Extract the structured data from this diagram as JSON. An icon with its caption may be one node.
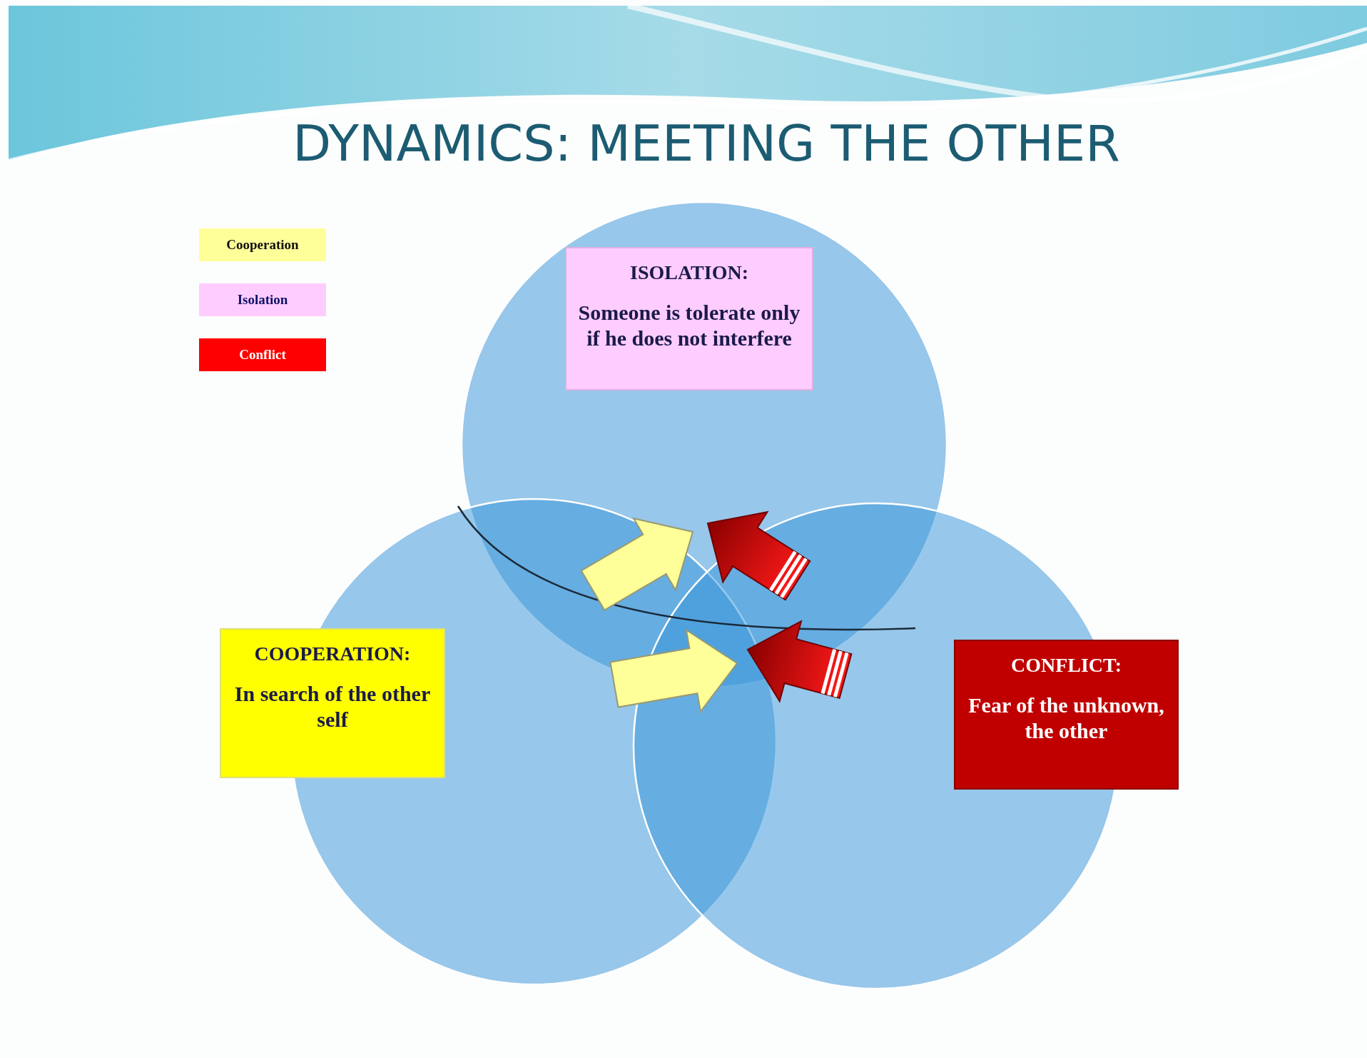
{
  "diagram": {
    "title": "DYNAMICS: MEETING THE OTHER",
    "nodes": [
      {
        "text": [
          "ISOLATION:",
          "Someone is tolerate only if he does not interfere"
        ]
      },
      {
        "text": [
          "COOPERATION:",
          "In search of the other self"
        ]
      },
      {
        "text": [
          "CONFLICT:",
          "Fear of the unknown, the other"
        ]
      }
    ],
    "legend": [
      {
        "text": "Cooperation",
        "color": "#ffff99"
      },
      {
        "text": "Isolation",
        "color": "#ffccff"
      },
      {
        "text": "Conflict",
        "color": "#ff0000"
      }
    ]
  }
}
